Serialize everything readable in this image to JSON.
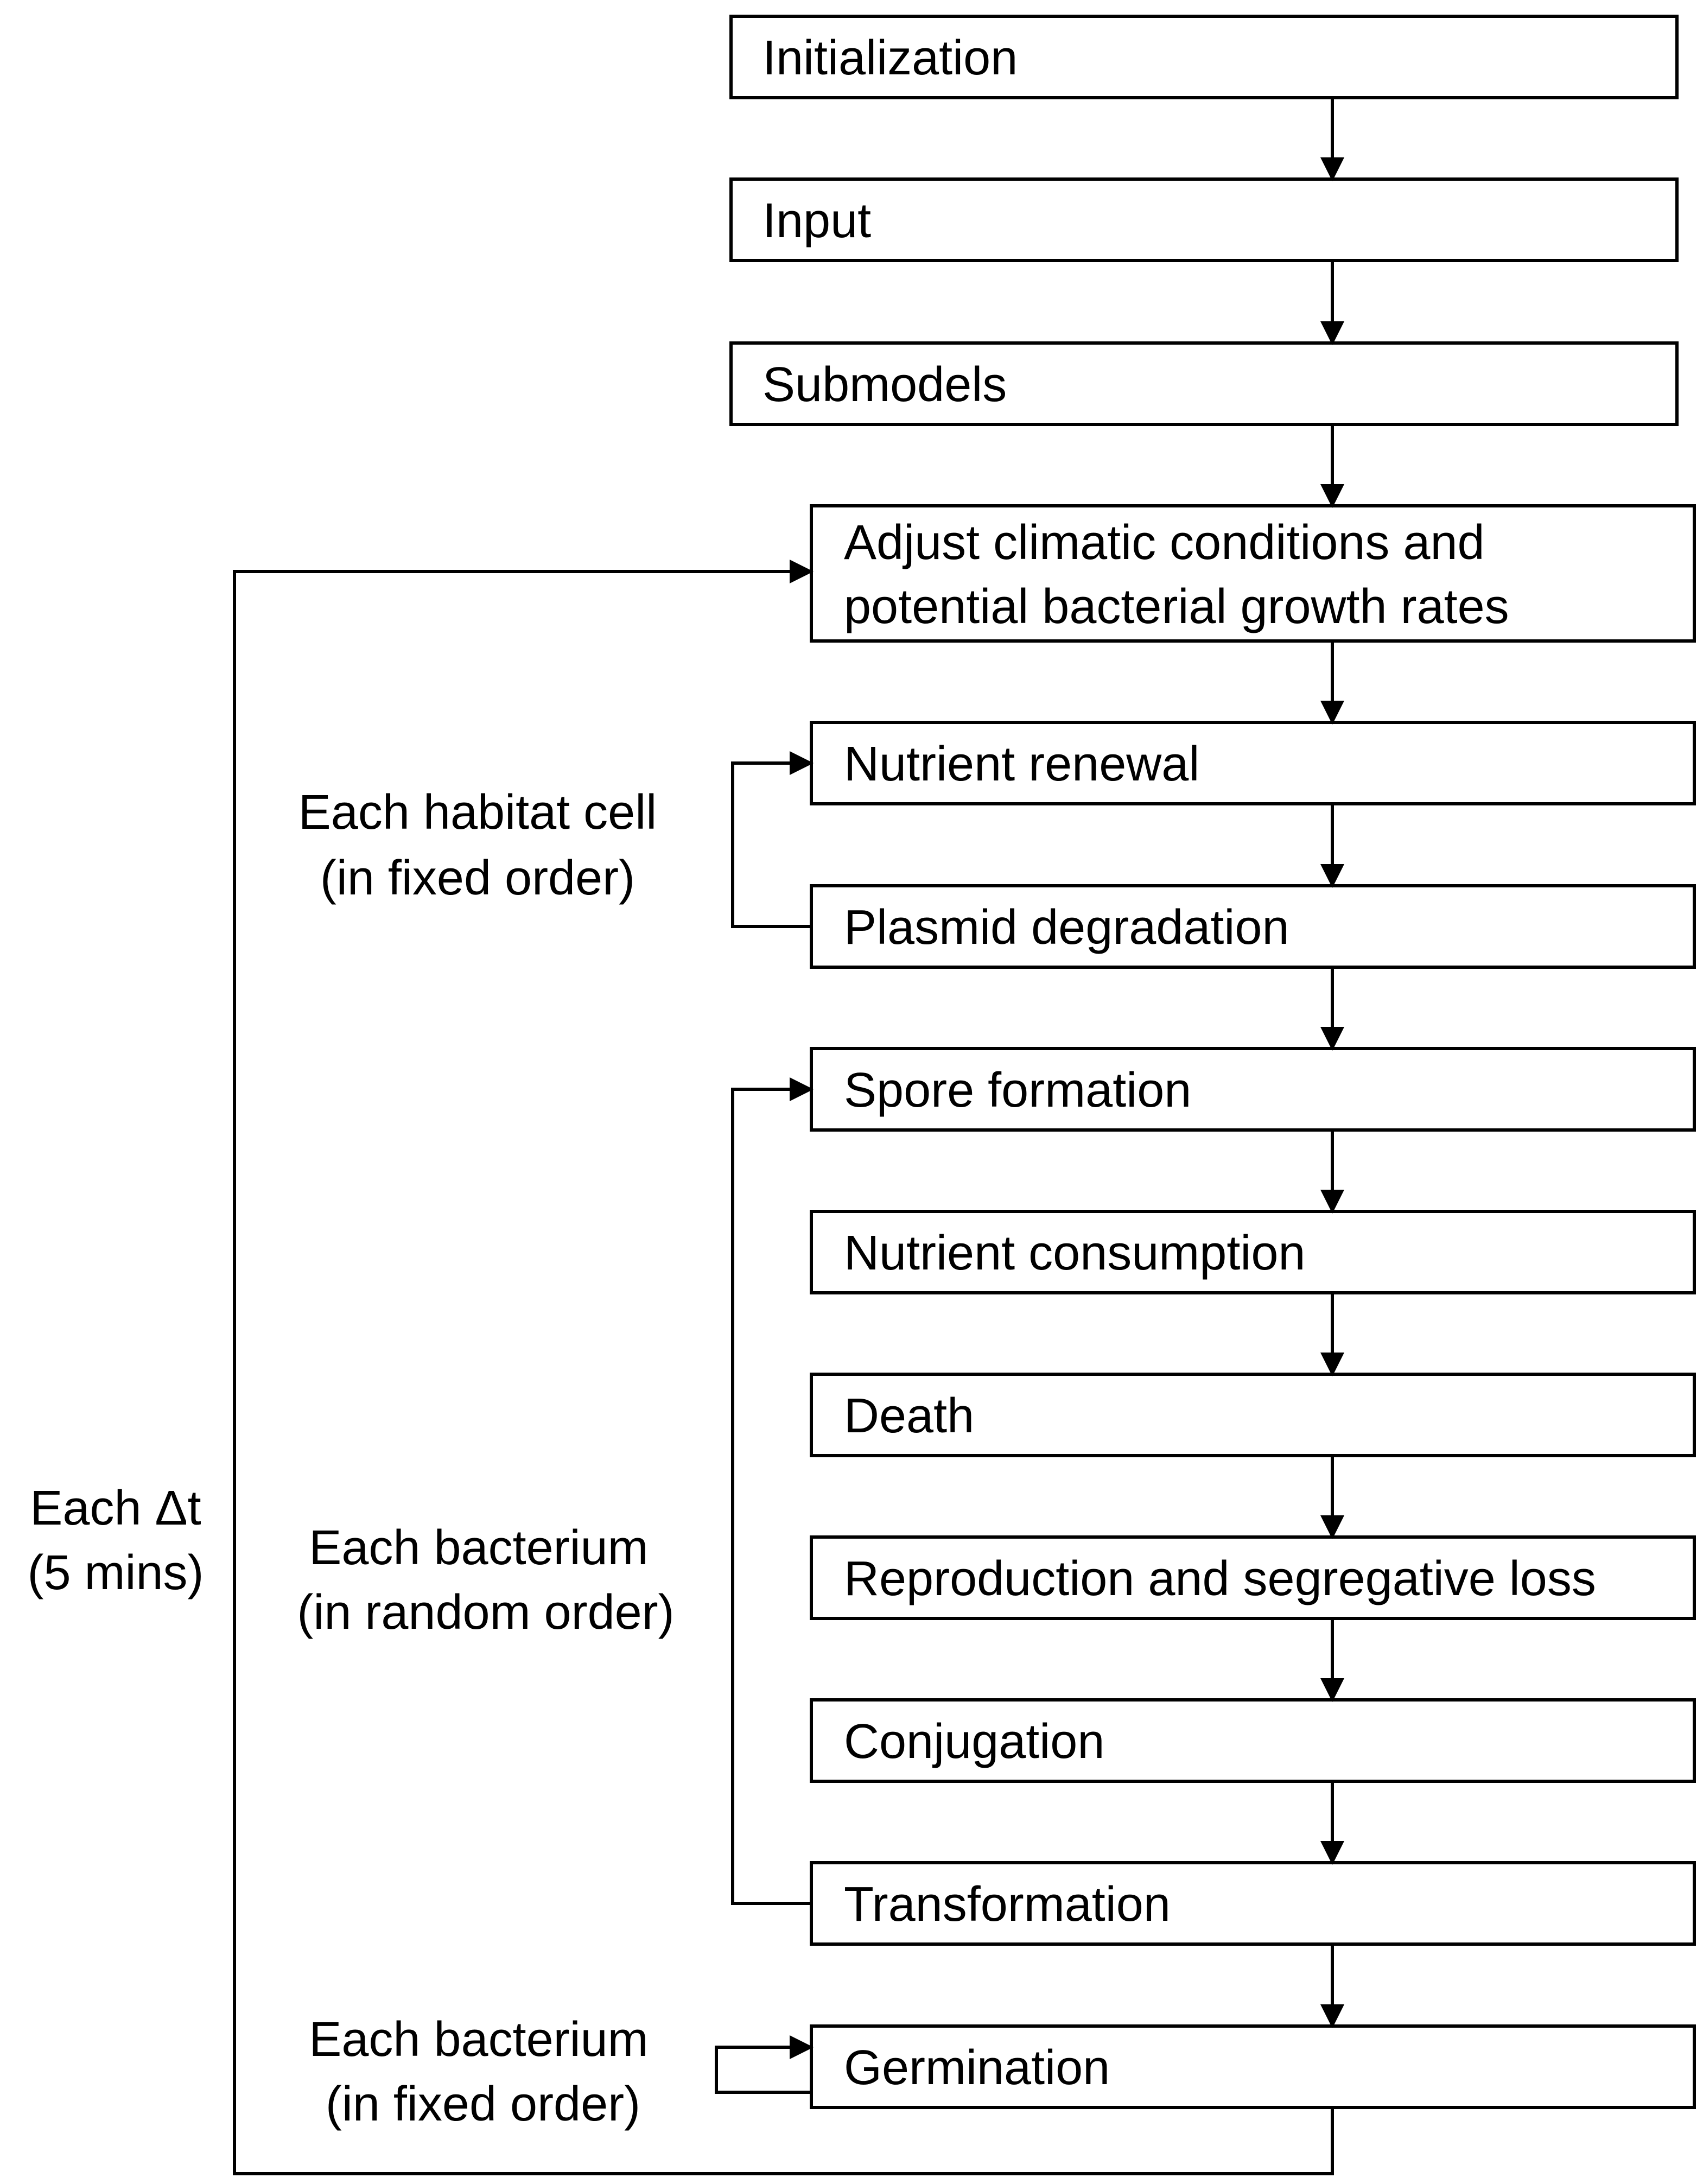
{
  "steps": {
    "initialization": "Initialization",
    "input": "Input",
    "submodels": "Submodels",
    "adjust_line1": "Adjust climatic conditions and",
    "adjust_line2": "potential bacterial growth rates",
    "nutrient_renewal": "Nutrient renewal",
    "plasmid_degradation": "Plasmid degradation",
    "spore_formation": "Spore formation",
    "nutrient_consumption": "Nutrient consumption",
    "death": "Death",
    "reproduction": "Reproduction and segregative loss",
    "conjugation": "Conjugation",
    "transformation": "Transformation",
    "germination": "Germination"
  },
  "loops": {
    "timestep_line1": "Each Δt",
    "timestep_line2": "(5 mins)",
    "habitat_line1": "Each habitat cell",
    "habitat_line2": "(in fixed order)",
    "bacterium_random_line1": "Each bacterium",
    "bacterium_random_line2": "(in random order)",
    "bacterium_fixed_line1": "Each bacterium",
    "bacterium_fixed_line2": "(in fixed order)"
  }
}
